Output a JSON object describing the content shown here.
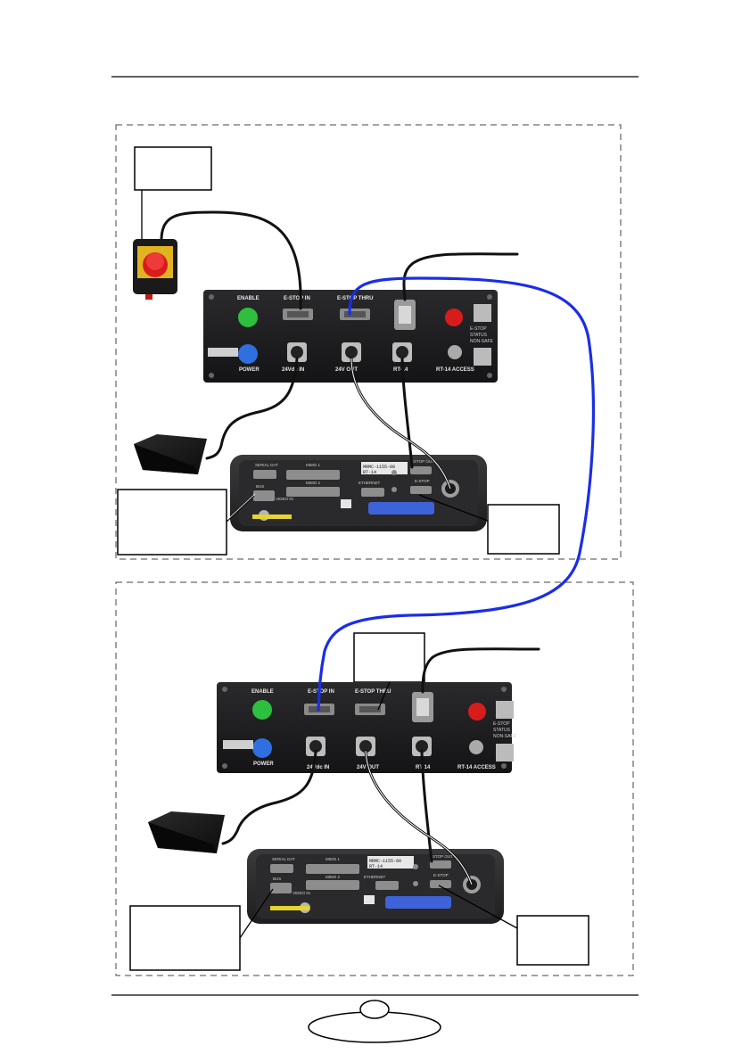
{
  "panel": {
    "enable": "ENABLE",
    "estop_in": "E-STOP IN",
    "estop_thru": "E-STOP THRU",
    "power": "POWER",
    "dc_in": "24Vdc IN",
    "out_24v": "24V OUT",
    "rt14": "RT-14",
    "rt14_access": "RT-14 ACCESS",
    "status_line1": "E-STOP",
    "status_line2": "STATUS",
    "status_line3": "NON-SAFE"
  },
  "controller": {
    "model_line1": "MRMC-1155-00",
    "model_line2": "RT-14",
    "estop_out": "ESTOP OUT",
    "estop": "E-STOP",
    "serial": "SERIAL DAT",
    "mimo1": "MIMO 1",
    "mimo2": "MIMO 2",
    "video_in": "VIDEO IN",
    "ethernet": "ETHERNET",
    "bus": "BUS"
  },
  "colors": {
    "blue_cable": "#1a2ee6",
    "black_cable": "#111111",
    "enable_led": "#2fbf3f",
    "power_led": "#2f6fe0",
    "estop_red": "#d81c1c",
    "panel": "#1c1c1e"
  }
}
